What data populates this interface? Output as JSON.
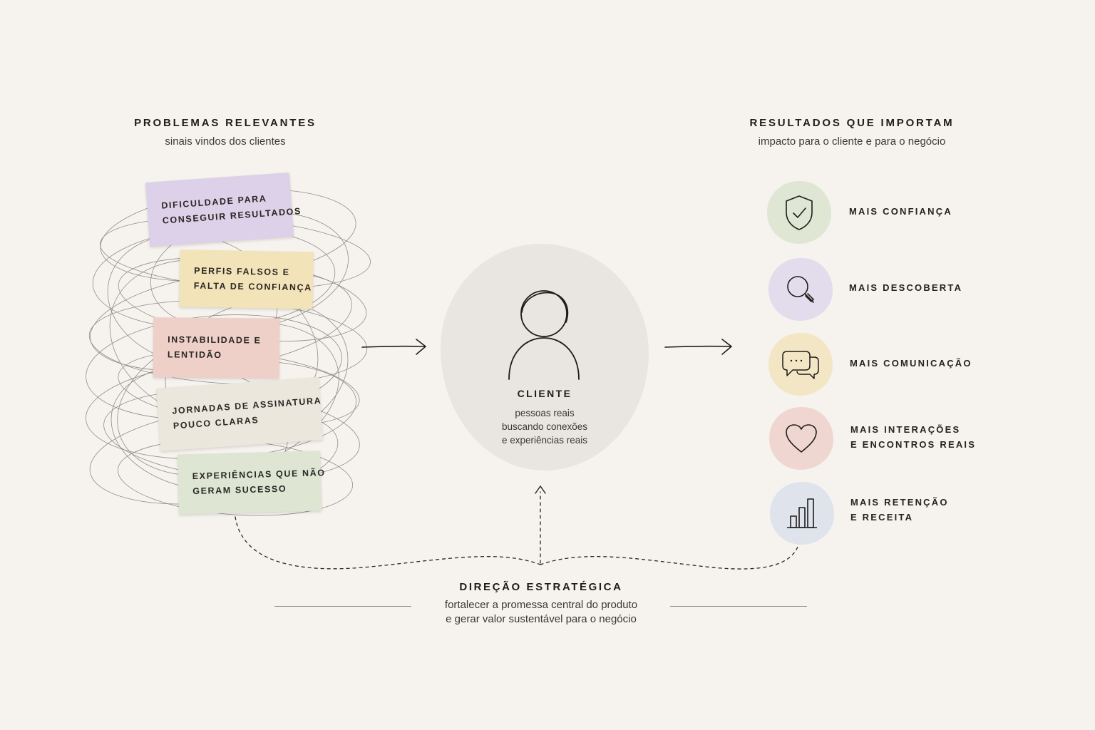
{
  "problems": {
    "title": "PROBLEMAS RELEVANTES",
    "subtitle": "sinais vindos dos clientes",
    "notes": [
      {
        "line1": "DIFICULDADE PARA",
        "line2": "CONSEGUIR RESULTADOS",
        "color": "#dcd1e8"
      },
      {
        "line1": "PERFIS FALSOS E",
        "line2": "FALTA DE CONFIANÇA",
        "color": "#f3e3b8"
      },
      {
        "line1": "INSTABILIDADE E",
        "line2": "LENTIDÃO",
        "color": "#efd0c9"
      },
      {
        "line1": "JORNADAS DE ASSINATURA",
        "line2": "POUCO CLARAS",
        "color": "#ece7dc"
      },
      {
        "line1": "EXPERIÊNCIAS QUE NÃO",
        "line2": "GERAM SUCESSO",
        "color": "#dfe5d3"
      }
    ]
  },
  "client": {
    "label": "CLIENTE",
    "desc1": "pessoas reais",
    "desc2": "buscando conexões",
    "desc3": "e experiências reais"
  },
  "results": {
    "title": "RESULTADOS QUE IMPORTAM",
    "subtitle": "impacto para o cliente e para o negócio",
    "items": [
      {
        "line1": "MAIS CONFIANÇA",
        "line2": "",
        "icon": "shield-check-icon",
        "color": "#dfe6d4"
      },
      {
        "line1": "MAIS DESCOBERTA",
        "line2": "",
        "icon": "magnifier-icon",
        "color": "#e2dcec"
      },
      {
        "line1": "MAIS COMUNICAÇÃO",
        "line2": "",
        "icon": "chat-bubbles-icon",
        "color": "#f3e6c4"
      },
      {
        "line1": "MAIS INTERAÇÕES",
        "line2": "E ENCONTROS REAIS",
        "icon": "heart-icon",
        "color": "#f0d6d1"
      },
      {
        "line1": "MAIS RETENÇÃO",
        "line2": "E RECEITA",
        "icon": "bar-chart-icon",
        "color": "#dfe3ec"
      }
    ]
  },
  "direction": {
    "title": "DIREÇÃO ESTRATÉGICA",
    "line1": "fortalecer a promessa central do produto",
    "line2": "e gerar valor sustentável para o negócio"
  }
}
